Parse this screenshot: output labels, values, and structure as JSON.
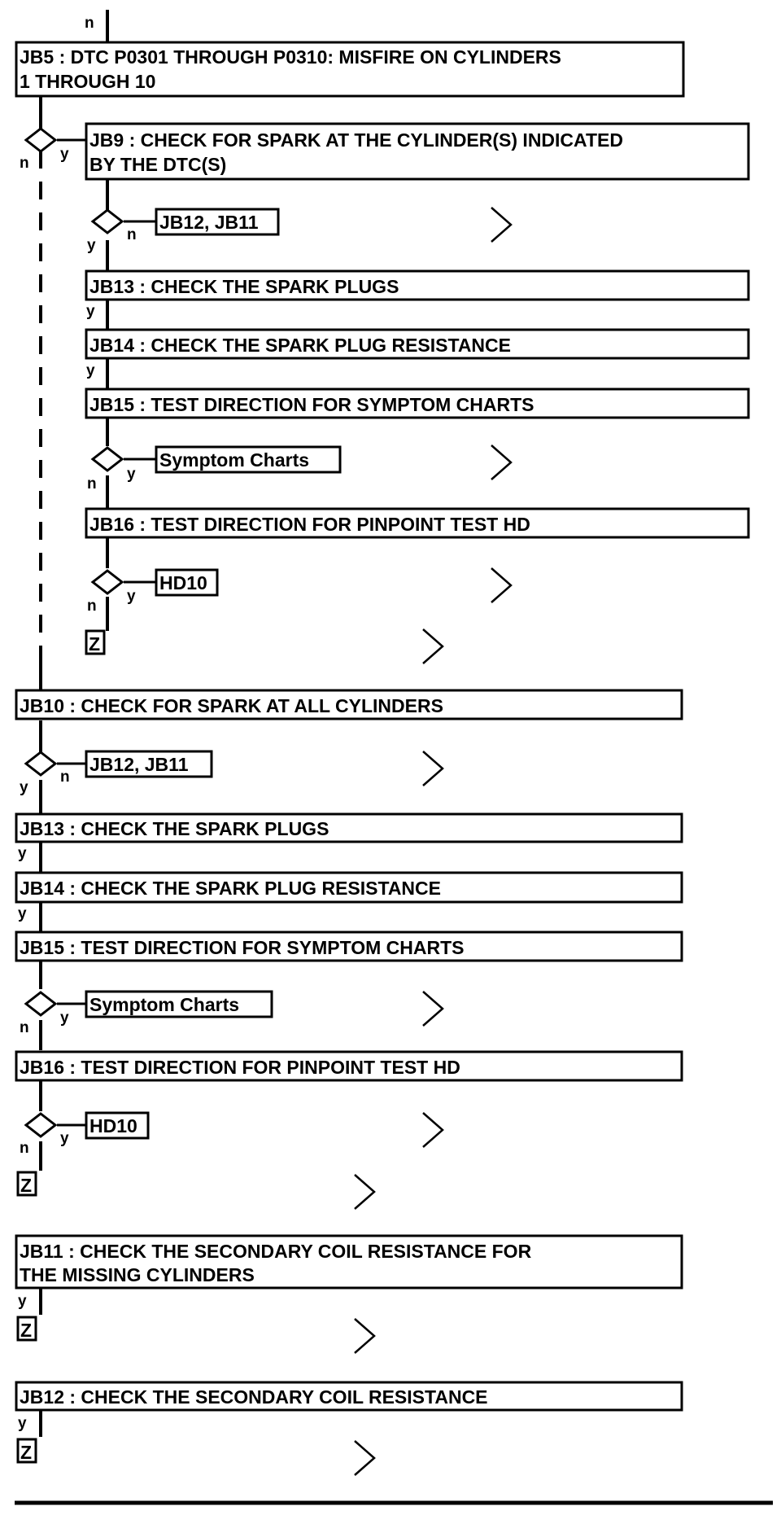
{
  "jb5": {
    "title_line1": "JB5 : DTC P0301 THROUGH P0310: MISFIRE ON CYLINDERS",
    "title_line2": "1 THROUGH 10"
  },
  "jb9": {
    "title_line1": "JB9 : CHECK FOR SPARK AT THE CYLINDER(S) INDICATED",
    "title_line2": "BY THE DTC(S)"
  },
  "jb10": {
    "title": "JB10 : CHECK FOR SPARK AT ALL CYLINDERS"
  },
  "jb11": {
    "title_line1": "JB11 : CHECK THE SECONDARY COIL RESISTANCE FOR",
    "title_line2": "THE MISSING CYLINDERS"
  },
  "jb12": {
    "title": "JB12 : CHECK THE SECONDARY COIL RESISTANCE"
  },
  "sub": {
    "jb13": "JB13 : CHECK THE SPARK PLUGS",
    "jb14": "JB14 : CHECK THE SPARK PLUG RESISTANCE",
    "jb15": "JB15 : TEST DIRECTION FOR SYMPTOM CHARTS",
    "jb16": "JB16 : TEST DIRECTION FOR PINPOINT TEST HD"
  },
  "links": {
    "jb12_jb11": "JB12, JB11",
    "symptom_charts": "Symptom Charts",
    "hd10": "HD10",
    "z": "Z"
  },
  "labels": {
    "yes": "y",
    "no": "n"
  }
}
